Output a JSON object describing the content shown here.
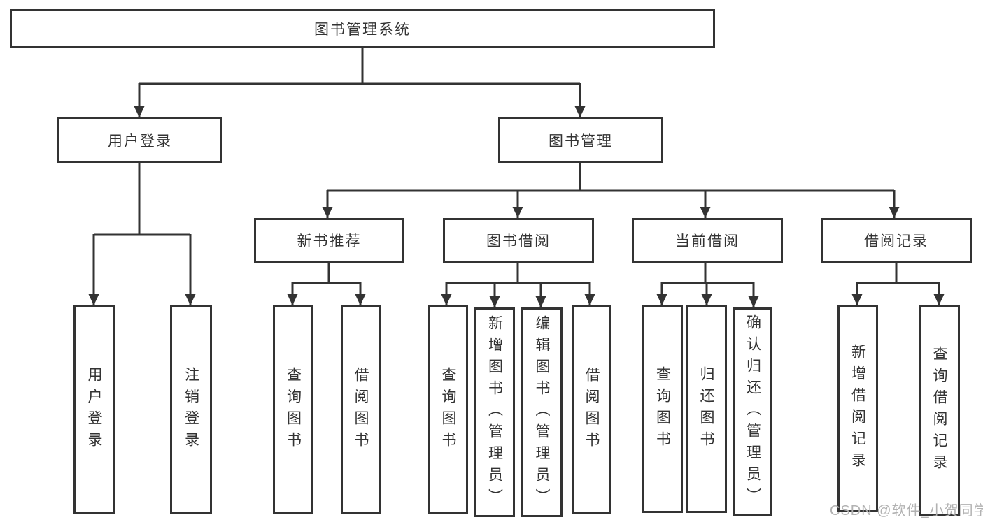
{
  "tree": {
    "root": "图书管理系统",
    "branches": [
      {
        "label": "用户登录",
        "leaves": [
          "用户登录",
          "注销登录"
        ]
      },
      {
        "label": "图书管理",
        "groups": [
          {
            "label": "新书推荐",
            "leaves": [
              "查询图书",
              "借阅图书"
            ]
          },
          {
            "label": "图书借阅",
            "leaves": [
              "查询图书",
              "新增图书（管理员）",
              "编辑图书（管理员）",
              "借阅图书"
            ]
          },
          {
            "label": "当前借阅",
            "leaves": [
              "查询图书",
              "归还图书",
              "确认归还（管理员）"
            ]
          },
          {
            "label": "借阅记录",
            "leaves": [
              "新增借阅记录",
              "查询借阅记录"
            ]
          }
        ]
      }
    ]
  },
  "watermark": "CSDN @软件_小贺同学",
  "colors": {
    "line": "#333333",
    "text": "#333333",
    "watermark": "#b2b2b2",
    "background": "#ffffff"
  }
}
